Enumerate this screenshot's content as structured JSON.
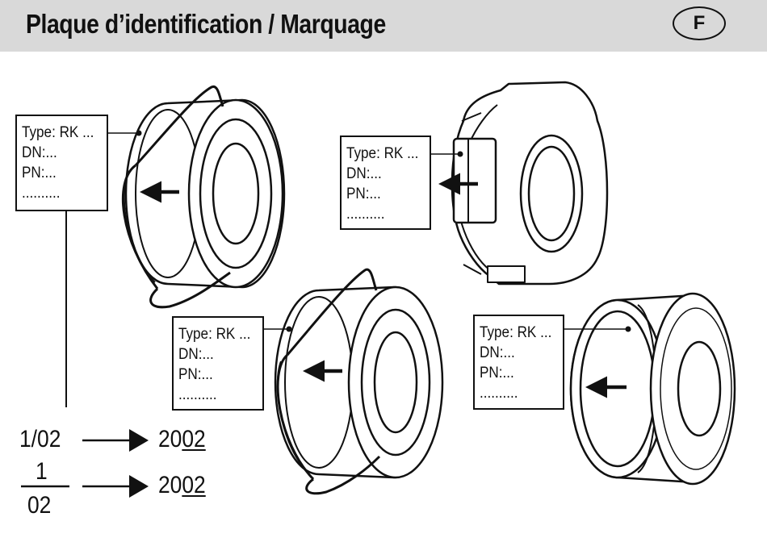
{
  "header": {
    "title": "Plaque d’identification / Marquage",
    "language_badge": "F",
    "background": "#d9d9d9"
  },
  "labels": [
    {
      "type": "Type: RK ...",
      "dn": "DN:...",
      "pn": "PN:...",
      "dots": ".........."
    },
    {
      "type": "Type: RK ...",
      "dn": "DN:...",
      "pn": "PN:...",
      "dots": ".........."
    },
    {
      "type": "Type: RK ...",
      "dn": "DN:...",
      "pn": "PN:...",
      "dots": ".........."
    },
    {
      "type": "Type: RK ...",
      "dn": "DN:...",
      "pn": "PN:...",
      "dots": ".........."
    }
  ],
  "date_legend": {
    "slash_format": "1/02",
    "fraction_numerator": "1",
    "fraction_denominator": "02",
    "result_prefix": "20",
    "result_suffix": "02"
  }
}
